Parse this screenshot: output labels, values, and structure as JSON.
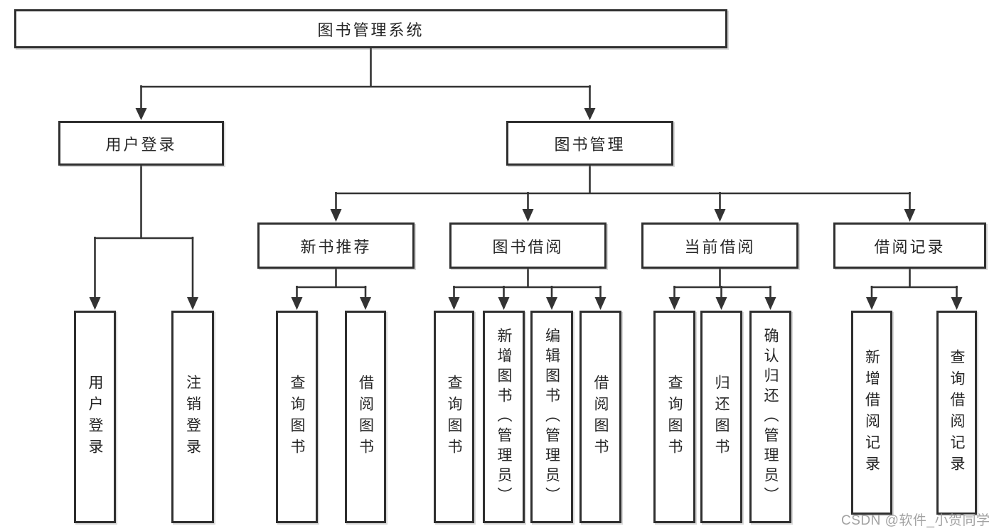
{
  "diagram": {
    "type": "tree",
    "title": "图书管理系统",
    "watermark": "CSDN @软件_小贺同学",
    "colors": {
      "line": "#333333",
      "border": "#2f2f2f",
      "text": "#262626",
      "watermark": "#9e9e9e",
      "background": "#ffffff"
    },
    "nodes": {
      "root": {
        "label": "图书管理系统"
      },
      "user_login": {
        "label": "用户登录"
      },
      "book_mgmt": {
        "label": "图书管理"
      },
      "new_book": {
        "label": "新书推荐"
      },
      "book_borrow": {
        "label": "图书借阅"
      },
      "cur_borrow": {
        "label": "当前借阅"
      },
      "records": {
        "label": "借阅记录"
      },
      "login_leaf": {
        "label": "用户登录"
      },
      "logout_leaf": {
        "label": "注销登录"
      },
      "rec_query": {
        "label": "查询图书"
      },
      "rec_borrow": {
        "label": "借阅图书"
      },
      "bb_query": {
        "label": "查询图书"
      },
      "bb_add": {
        "label": "新增图书（管理员）"
      },
      "bb_edit": {
        "label": "编辑图书（管理员）"
      },
      "bb_borrow": {
        "label": "借阅图书"
      },
      "cb_query": {
        "label": "查询图书"
      },
      "cb_return": {
        "label": "归还图书"
      },
      "cb_confirm": {
        "label": "确认归还（管理员）"
      },
      "br_add": {
        "label": "新增借阅记录"
      },
      "br_query": {
        "label": "查询借阅记录"
      }
    },
    "edges": [
      [
        "图书管理系统",
        "用户登录"
      ],
      [
        "图书管理系统",
        "图书管理"
      ],
      [
        "用户登录",
        "用户登录"
      ],
      [
        "用户登录",
        "注销登录"
      ],
      [
        "图书管理",
        "新书推荐"
      ],
      [
        "图书管理",
        "图书借阅"
      ],
      [
        "图书管理",
        "当前借阅"
      ],
      [
        "图书管理",
        "借阅记录"
      ],
      [
        "新书推荐",
        "查询图书"
      ],
      [
        "新书推荐",
        "借阅图书"
      ],
      [
        "图书借阅",
        "查询图书"
      ],
      [
        "图书借阅",
        "新增图书（管理员）"
      ],
      [
        "图书借阅",
        "编辑图书（管理员）"
      ],
      [
        "图书借阅",
        "借阅图书"
      ],
      [
        "当前借阅",
        "查询图书"
      ],
      [
        "当前借阅",
        "归还图书"
      ],
      [
        "当前借阅",
        "确认归还（管理员）"
      ],
      [
        "借阅记录",
        "新增借阅记录"
      ],
      [
        "借阅记录",
        "查询借阅记录"
      ]
    ]
  }
}
